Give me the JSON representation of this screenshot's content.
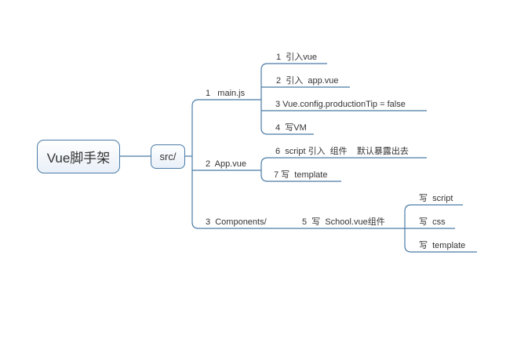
{
  "root": {
    "label": "Vue脚手架"
  },
  "src": {
    "label": "src/"
  },
  "branches": {
    "main": {
      "label": "1   main.js",
      "children": [
        "1  引入vue",
        "2  引入  app.vue",
        "3 Vue.config.productionTip = false",
        "4  写VM"
      ]
    },
    "app": {
      "label": "2  App.vue",
      "children": [
        "6  script 引入  组件    默认暴露出去",
        "7 写  template"
      ]
    },
    "components": {
      "label": "3  Components/",
      "school": {
        "label": "5  写  School.vue组件",
        "children": [
          "写  script",
          "写  css",
          "写  template"
        ]
      }
    }
  },
  "colors": {
    "line": "#4a7ba7",
    "node_border": "#4a7ba7"
  }
}
